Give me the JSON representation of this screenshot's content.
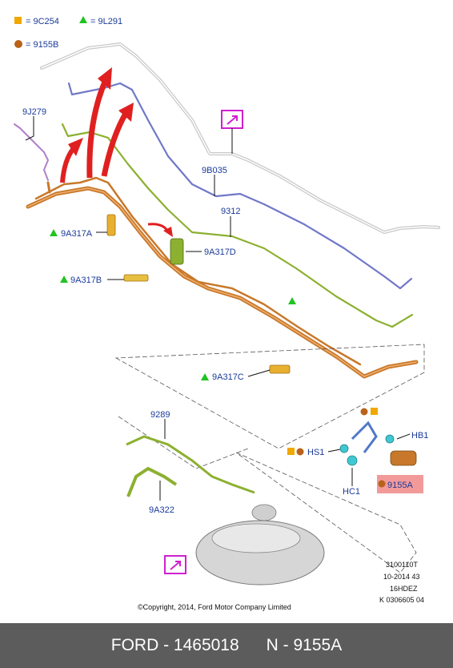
{
  "legend": [
    {
      "symbol": "square-orange",
      "text": "= 9C254"
    },
    {
      "symbol": "triangle-green",
      "text": "= 9L291"
    },
    {
      "symbol": "circle-brown",
      "text": "= 9155B"
    }
  ],
  "callouts": {
    "c9J279": "9J279",
    "c9B035": "9B035",
    "c9312": "9312",
    "c9A317A": "9A317A",
    "c9A317D": "9A317D",
    "c9A317B": "9A317B",
    "c9A317C": "9A317C",
    "c9289": "9289",
    "c9A322": "9A322",
    "cHB1": "HB1",
    "cHS1": "HS1",
    "cHC1": "HC1",
    "c9155A": "9155A"
  },
  "info_block": [
    "3100110T",
    "10-2014 43",
    "16HDEZ",
    "K 0306605 04"
  ],
  "copyright": "©Copyright, 2014, Ford Motor Company Limited",
  "footer": {
    "brand_part": "FORD - 1465018",
    "ref_part": "N - 9155A"
  },
  "colors": {
    "callout_text": "#1a3a9a",
    "legend_square": "#f0a800",
    "legend_triangle": "#22c322",
    "legend_circle": "#b8621a",
    "arrow_red": "#e02020",
    "highlight": "#f29a9a",
    "magenta_icon": "#d01fd0",
    "footer_bg": "#5c5c5c"
  }
}
